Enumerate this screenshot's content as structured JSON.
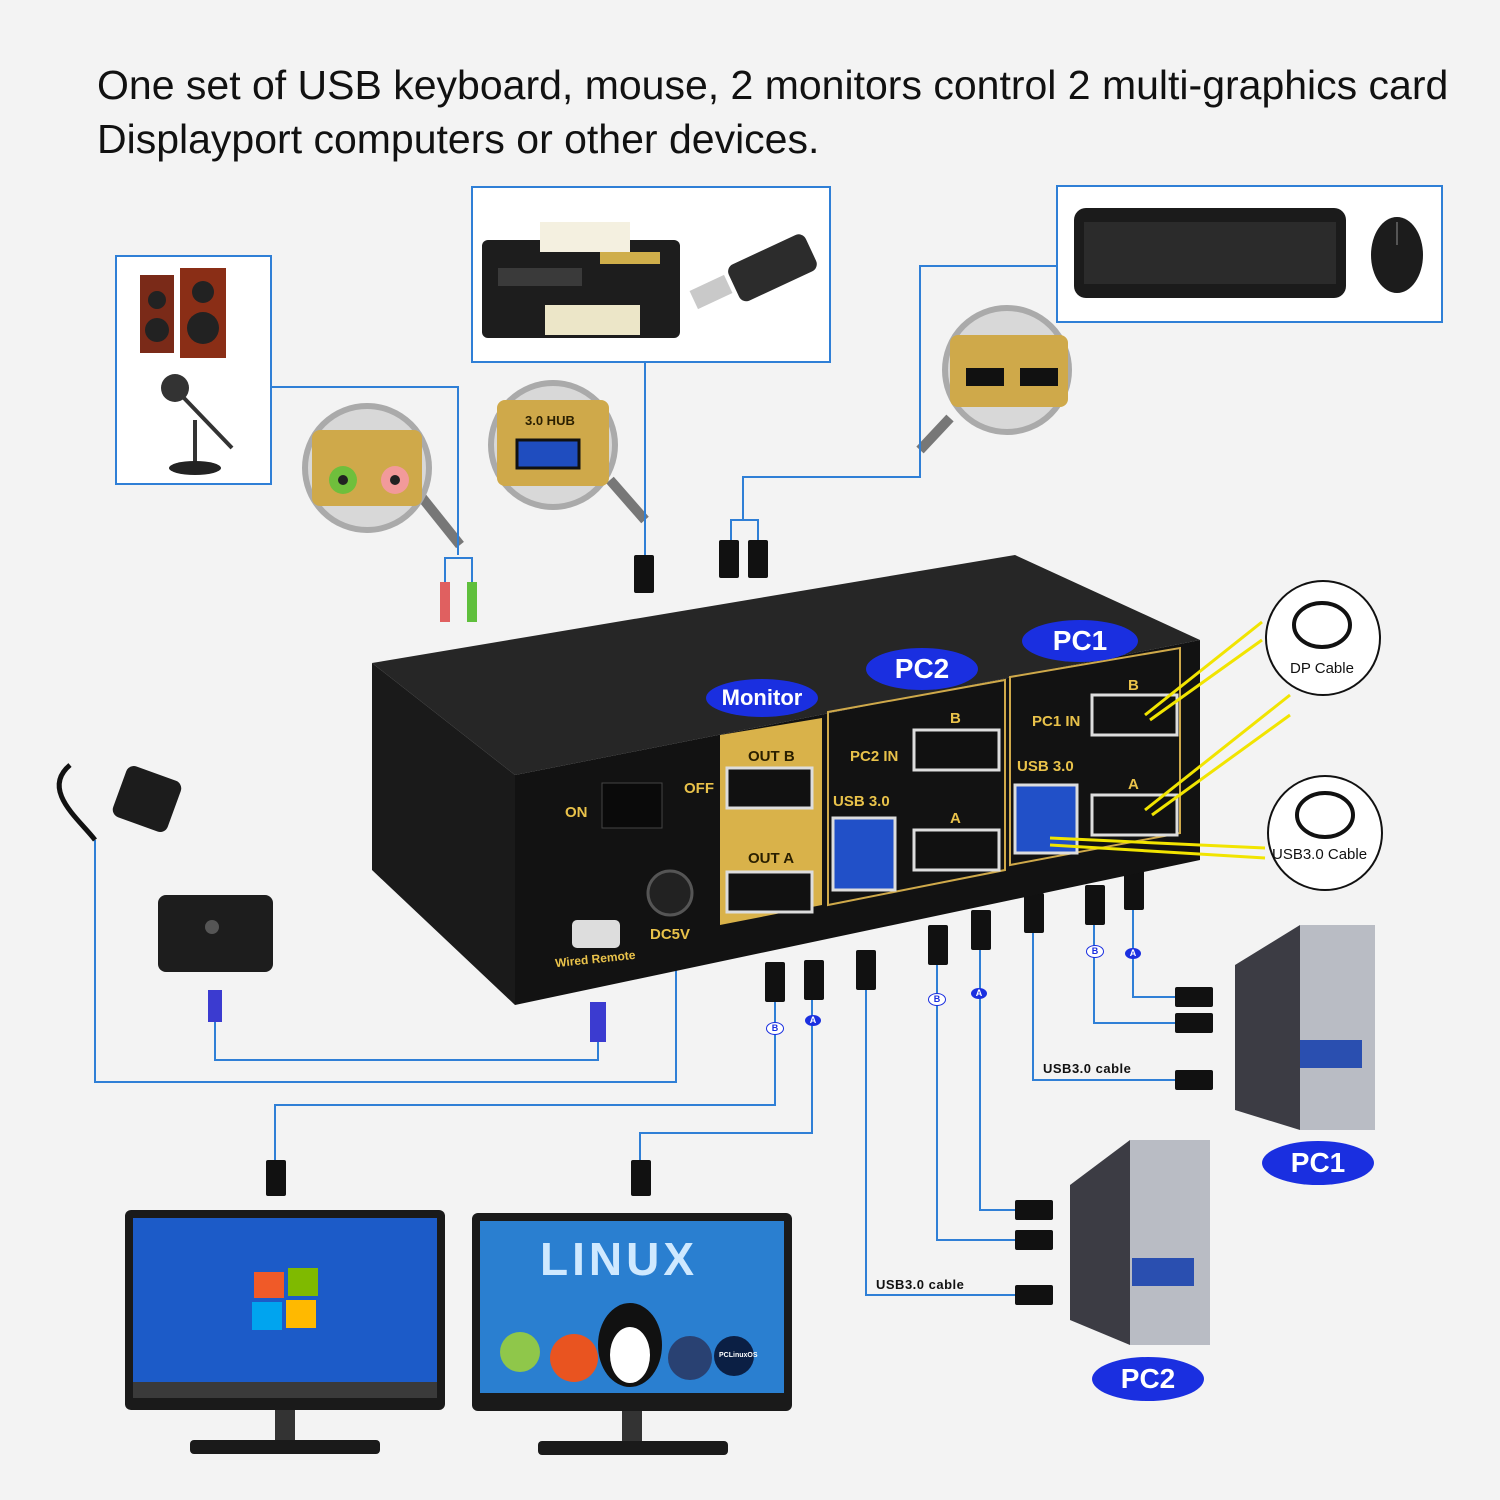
{
  "heading": "One set of USB keyboard, mouse, 2 monitors control 2 multi-graphics card Displayport computers or other devices.",
  "kvm": {
    "monitor_label": "Monitor",
    "pc2_label": "PC2",
    "pc1_label": "PC1",
    "on_label": "ON",
    "off_label": "OFF",
    "out_b": "OUT B",
    "out_a": "OUT A",
    "dc_label": "DC5V",
    "wired_remote": "Wired Remote",
    "usb30_pc2": "USB 3.0",
    "usb30_pc1": "USB 3.0",
    "pc2_in": "PC2 IN",
    "pc1_in": "PC1 IN",
    "port_b": "B",
    "port_a": "A",
    "hub_label": "3.0 HUB"
  },
  "callouts": {
    "dp_cable": "DP Cable",
    "usb_cable": "USB3.0 Cable"
  },
  "cables": {
    "usb_cable_pc1": "USB3.0 cable",
    "usb_cable_pc2": "USB3.0 cable",
    "a": "A",
    "b": "B"
  },
  "computers": {
    "pc1": "PC1",
    "pc2": "PC2"
  },
  "monitors": {
    "linux_text": "LINUX",
    "pclinuxos": "PCLinuxOS"
  },
  "colors": {
    "accent_blue": "#1a2fe0",
    "box_border": "#2f7fd6",
    "gold_panel": "#d9b24a",
    "kvm_black": "#151515"
  }
}
